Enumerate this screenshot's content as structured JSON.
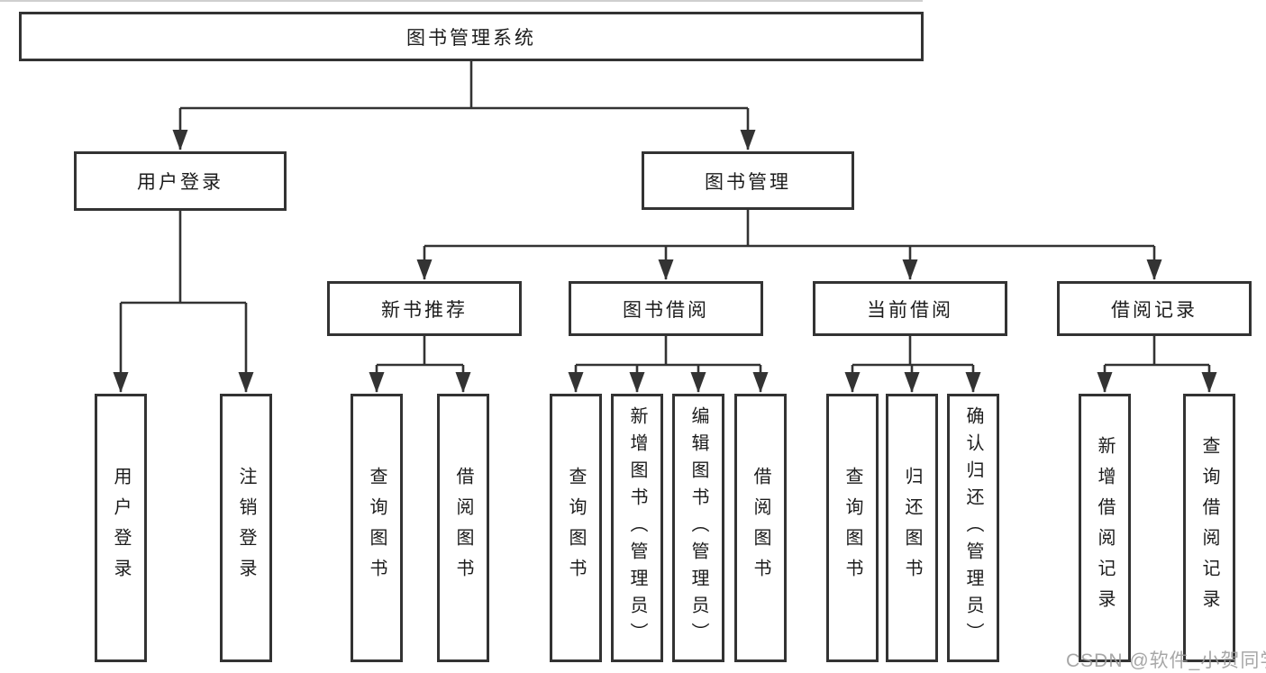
{
  "tree": {
    "root": {
      "label": "图书管理系统",
      "children": [
        {
          "label": "用户登录",
          "children": [
            {
              "label": "用户登录"
            },
            {
              "label": "注销登录"
            }
          ]
        },
        {
          "label": "图书管理",
          "children": [
            {
              "label": "新书推荐",
              "children": [
                {
                  "label": "查询图书"
                },
                {
                  "label": "借阅图书"
                }
              ]
            },
            {
              "label": "图书借阅",
              "children": [
                {
                  "label": "查询图书"
                },
                {
                  "label": "新增图书（管理员）"
                },
                {
                  "label": "编辑图书（管理员）"
                },
                {
                  "label": "借阅图书"
                }
              ]
            },
            {
              "label": "当前借阅",
              "children": [
                {
                  "label": "查询图书"
                },
                {
                  "label": "归还图书"
                },
                {
                  "label": "确认归还（管理员）"
                }
              ]
            },
            {
              "label": "借阅记录",
              "children": [
                {
                  "label": "新增借阅记录"
                },
                {
                  "label": "查询借阅记录"
                }
              ]
            }
          ]
        }
      ]
    }
  },
  "watermark": {
    "text": "CSDN @软件_小贺同学"
  },
  "colors": {
    "line": "#333333",
    "box_border": "#333333",
    "text": "#1c1c1c",
    "watermark": "#9b9b9b",
    "background": "#ffffff"
  }
}
